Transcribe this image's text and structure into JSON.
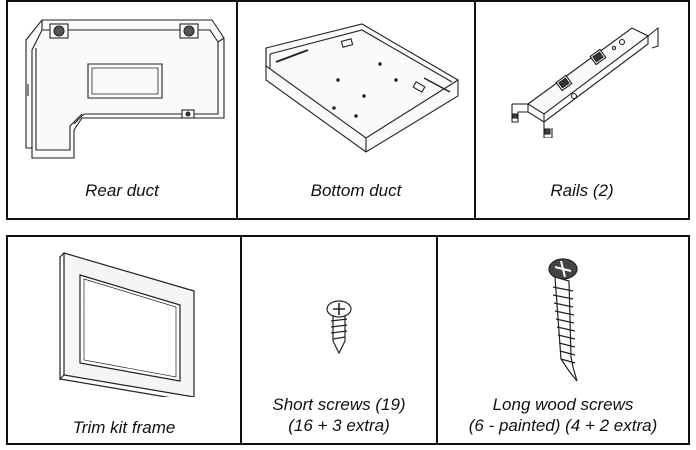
{
  "parts_top": [
    {
      "icon": "rear-duct-illustration",
      "caption": "Rear duct"
    },
    {
      "icon": "bottom-duct-illustration",
      "caption": "Bottom duct"
    },
    {
      "icon": "rails-illustration",
      "caption": "Rails (2)"
    }
  ],
  "parts_bottom": [
    {
      "icon": "trim-kit-frame-illustration",
      "caption": "Trim kit frame"
    },
    {
      "icon": "short-screw-illustration",
      "caption_lines": [
        "Short screws (19)",
        "(16 + 3 extra)"
      ]
    },
    {
      "icon": "long-wood-screw-illustration",
      "caption_lines": [
        "Long wood screws",
        "(6 - painted) (4 + 2 extra)"
      ]
    }
  ]
}
